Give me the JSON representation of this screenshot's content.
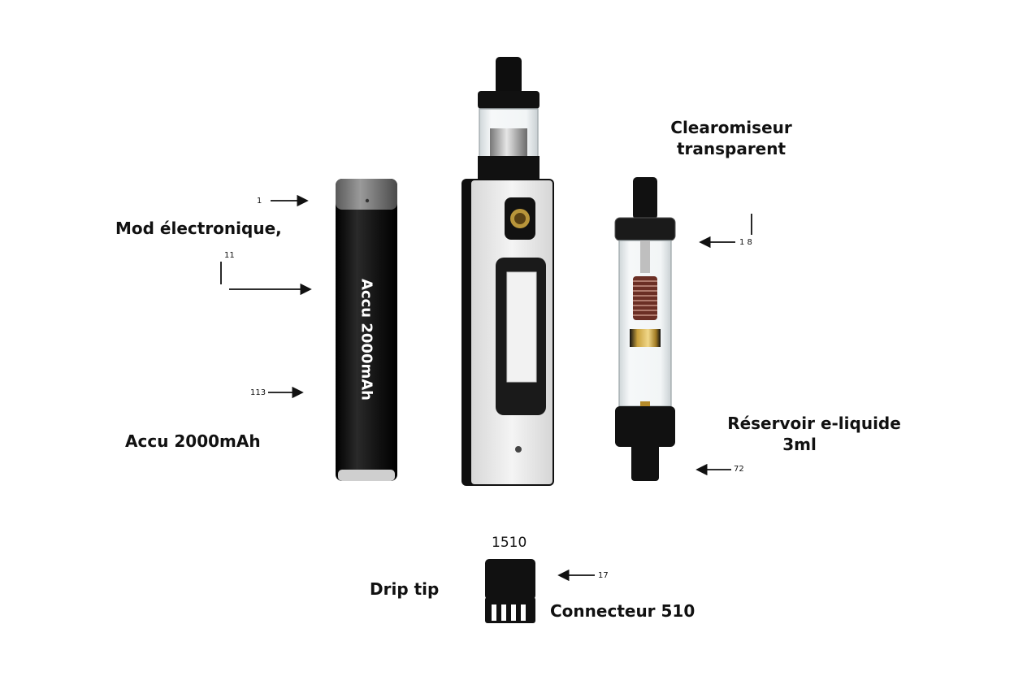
{
  "labels": {
    "mod": "Mod électronique,",
    "accu": "Accu 2000mAh",
    "clearo_line1": "Clearomiseur",
    "clearo_line2": "transparent",
    "reservoir_line1": "Réservoir e-liquide",
    "reservoir_line2": "3ml",
    "drip_tip": "Drip tip",
    "connecteur": "Connecteur 510"
  },
  "callouts": {
    "n1": "1",
    "n11": "11",
    "n13": "113",
    "n18": "1 8",
    "n72": "72",
    "n17": "17",
    "n510": "1510"
  },
  "battery_text": "Accu 2000mAh",
  "colors": {
    "body_black": "#111111",
    "mod_panel": "#ededed",
    "cap_grey": "#7a7a7a",
    "glass": "#e9eef0",
    "coil_copper": "#8a4b3c",
    "gold_ring": "#b58a2a"
  }
}
